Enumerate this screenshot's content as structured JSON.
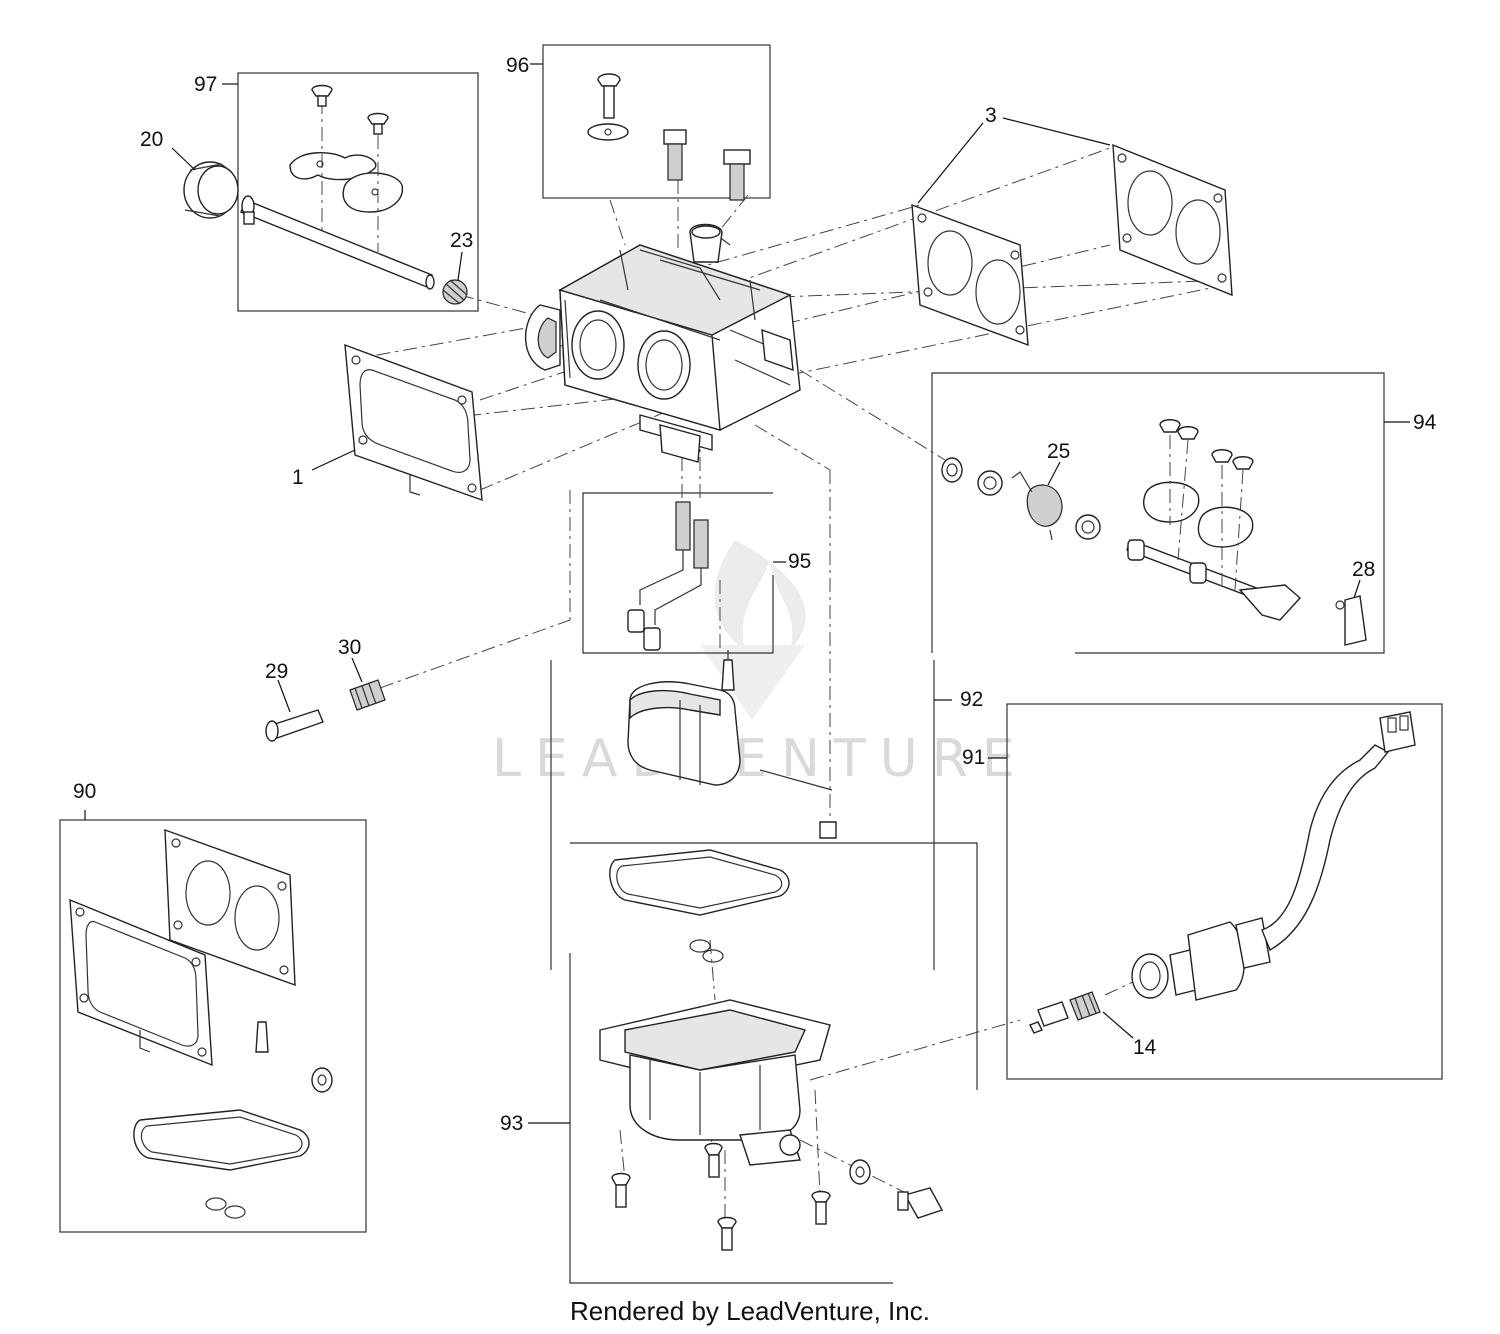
{
  "watermark": {
    "text": "LEADVENTURE"
  },
  "footer": {
    "text": "Rendered by LeadVenture, Inc."
  },
  "callouts": {
    "p1": "1",
    "p3": "3",
    "p14": "14",
    "p20": "20",
    "p23": "23",
    "p25": "25",
    "p28": "28",
    "p29": "29",
    "p30": "30",
    "k90": "90",
    "k91": "91",
    "k92": "92",
    "k93": "93",
    "k94": "94",
    "k95": "95",
    "k96": "96",
    "k97": "97"
  }
}
